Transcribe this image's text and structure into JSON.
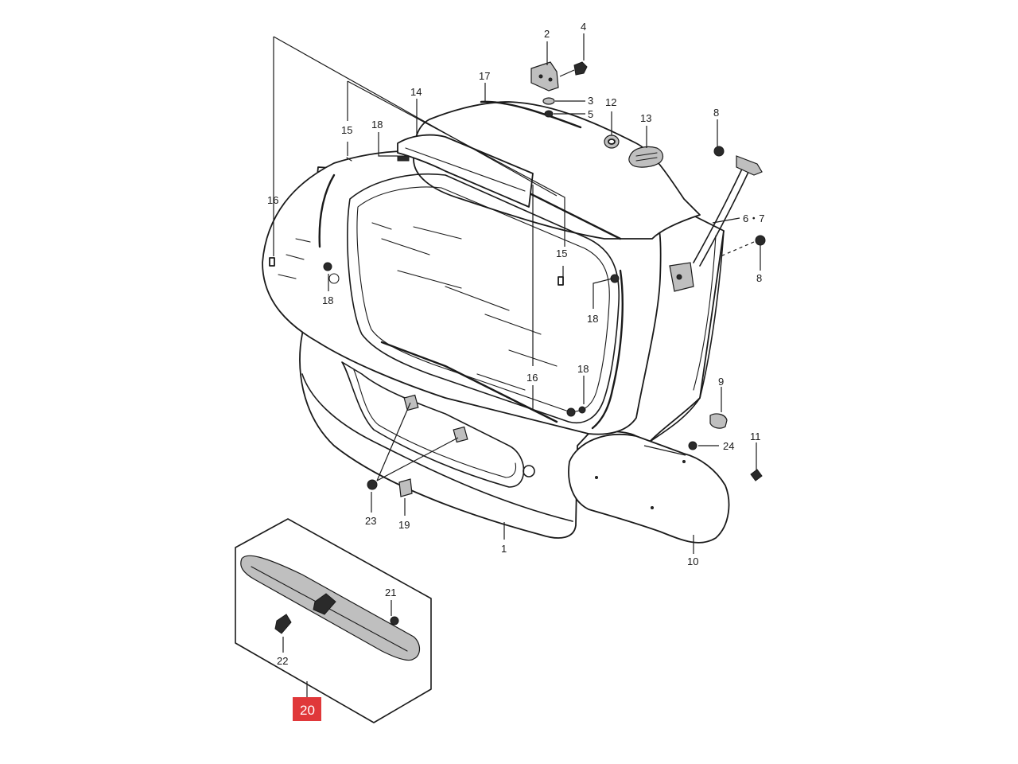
{
  "diagram": {
    "callouts": {
      "c1": "1",
      "c2": "2",
      "c3": "3",
      "c4": "4",
      "c5": "5",
      "c6_7": "6・7",
      "c8a": "8",
      "c8b": "8",
      "c9": "9",
      "c10": "10",
      "c11": "11",
      "c12": "12",
      "c13": "13",
      "c14": "14",
      "c15a": "15",
      "c15b": "15",
      "c16a": "16",
      "c16b": "16",
      "c17": "17",
      "c18a": "18",
      "c18b": "18",
      "c18c": "18",
      "c18d": "18",
      "c19": "19",
      "c21": "21",
      "c22": "22",
      "c23": "23",
      "c24": "24"
    },
    "highlight": {
      "label": "20",
      "color": "#e0383a"
    }
  }
}
